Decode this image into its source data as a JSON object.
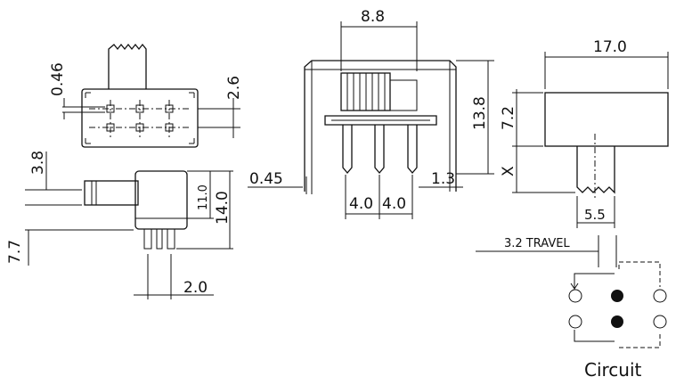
{
  "dimensions": {
    "pin_thickness": "0.46",
    "top_height": "2.6",
    "actuator_offset": "3.8",
    "pin_length": "7.7",
    "body_height_side": "11.0",
    "total_height_side": "14.0",
    "pin_pitch_side": "2.0",
    "actuator_width": "8.8",
    "total_height_front": "13.8",
    "plate_thickness": "0.45",
    "pin_pitch_front_1": "4.0",
    "pin_pitch_front_2": "4.0",
    "pin_width": "1.3",
    "body_length": "17.0",
    "body_height_end": "7.2",
    "actuator_height_var": "X",
    "actuator_width_end": "5.5",
    "travel": "3.2 TRAVEL"
  },
  "caption": "Circuit",
  "circuit": {
    "pins_filled": [
      false,
      true,
      false,
      false,
      true,
      false
    ]
  }
}
